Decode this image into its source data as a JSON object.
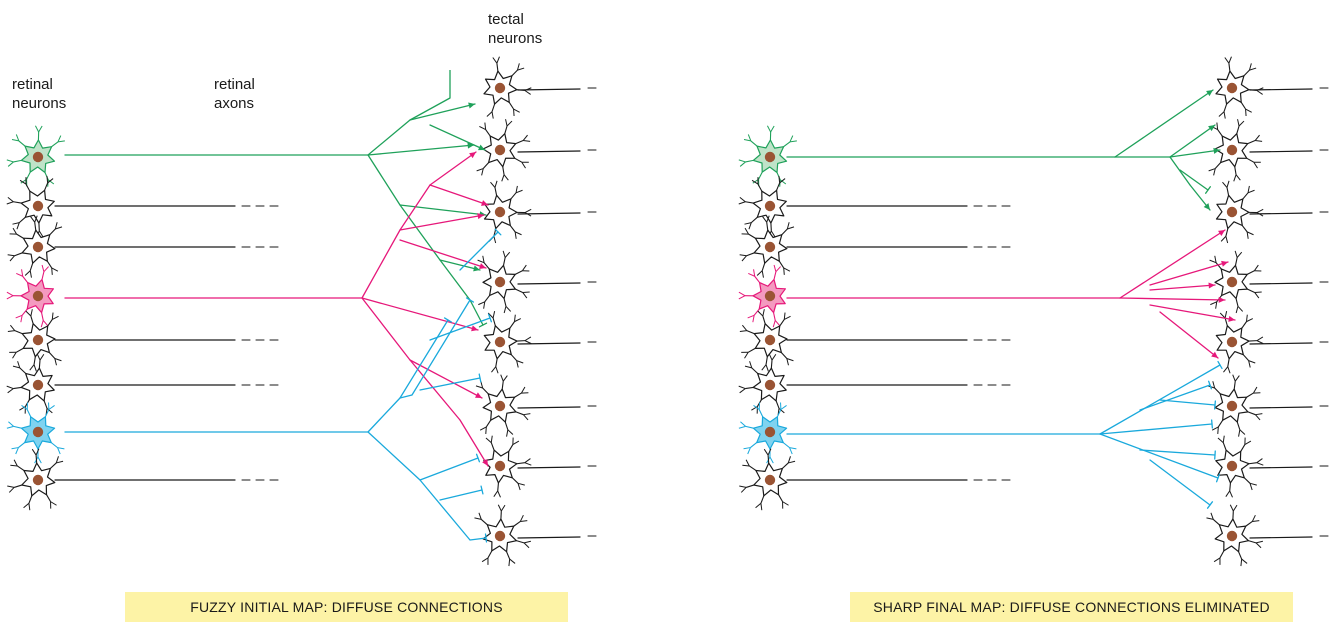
{
  "labels": {
    "retinal_neurons": "retinal\nneurons",
    "retinal_axons": "retinal\naxons",
    "tectal_neurons": "tectal\nneurons"
  },
  "panels": [
    {
      "caption": "FUZZY INITIAL MAP: DIFFUSE CONNECTIONS"
    },
    {
      "caption": "SHARP FINAL MAP: DIFFUSE CONNECTIONS ELIMINATED"
    }
  ],
  "colors": {
    "green": "#1fa15a",
    "green_fill": "#bfe3c8",
    "magenta": "#e6187a",
    "magenta_fill": "#f49ac0",
    "cyan": "#1aa9dc",
    "cyan_fill": "#7fd3f0",
    "nucleus": "#9a5434",
    "line": "#1a1a1a",
    "caption_bg": "#fdf3a6"
  }
}
